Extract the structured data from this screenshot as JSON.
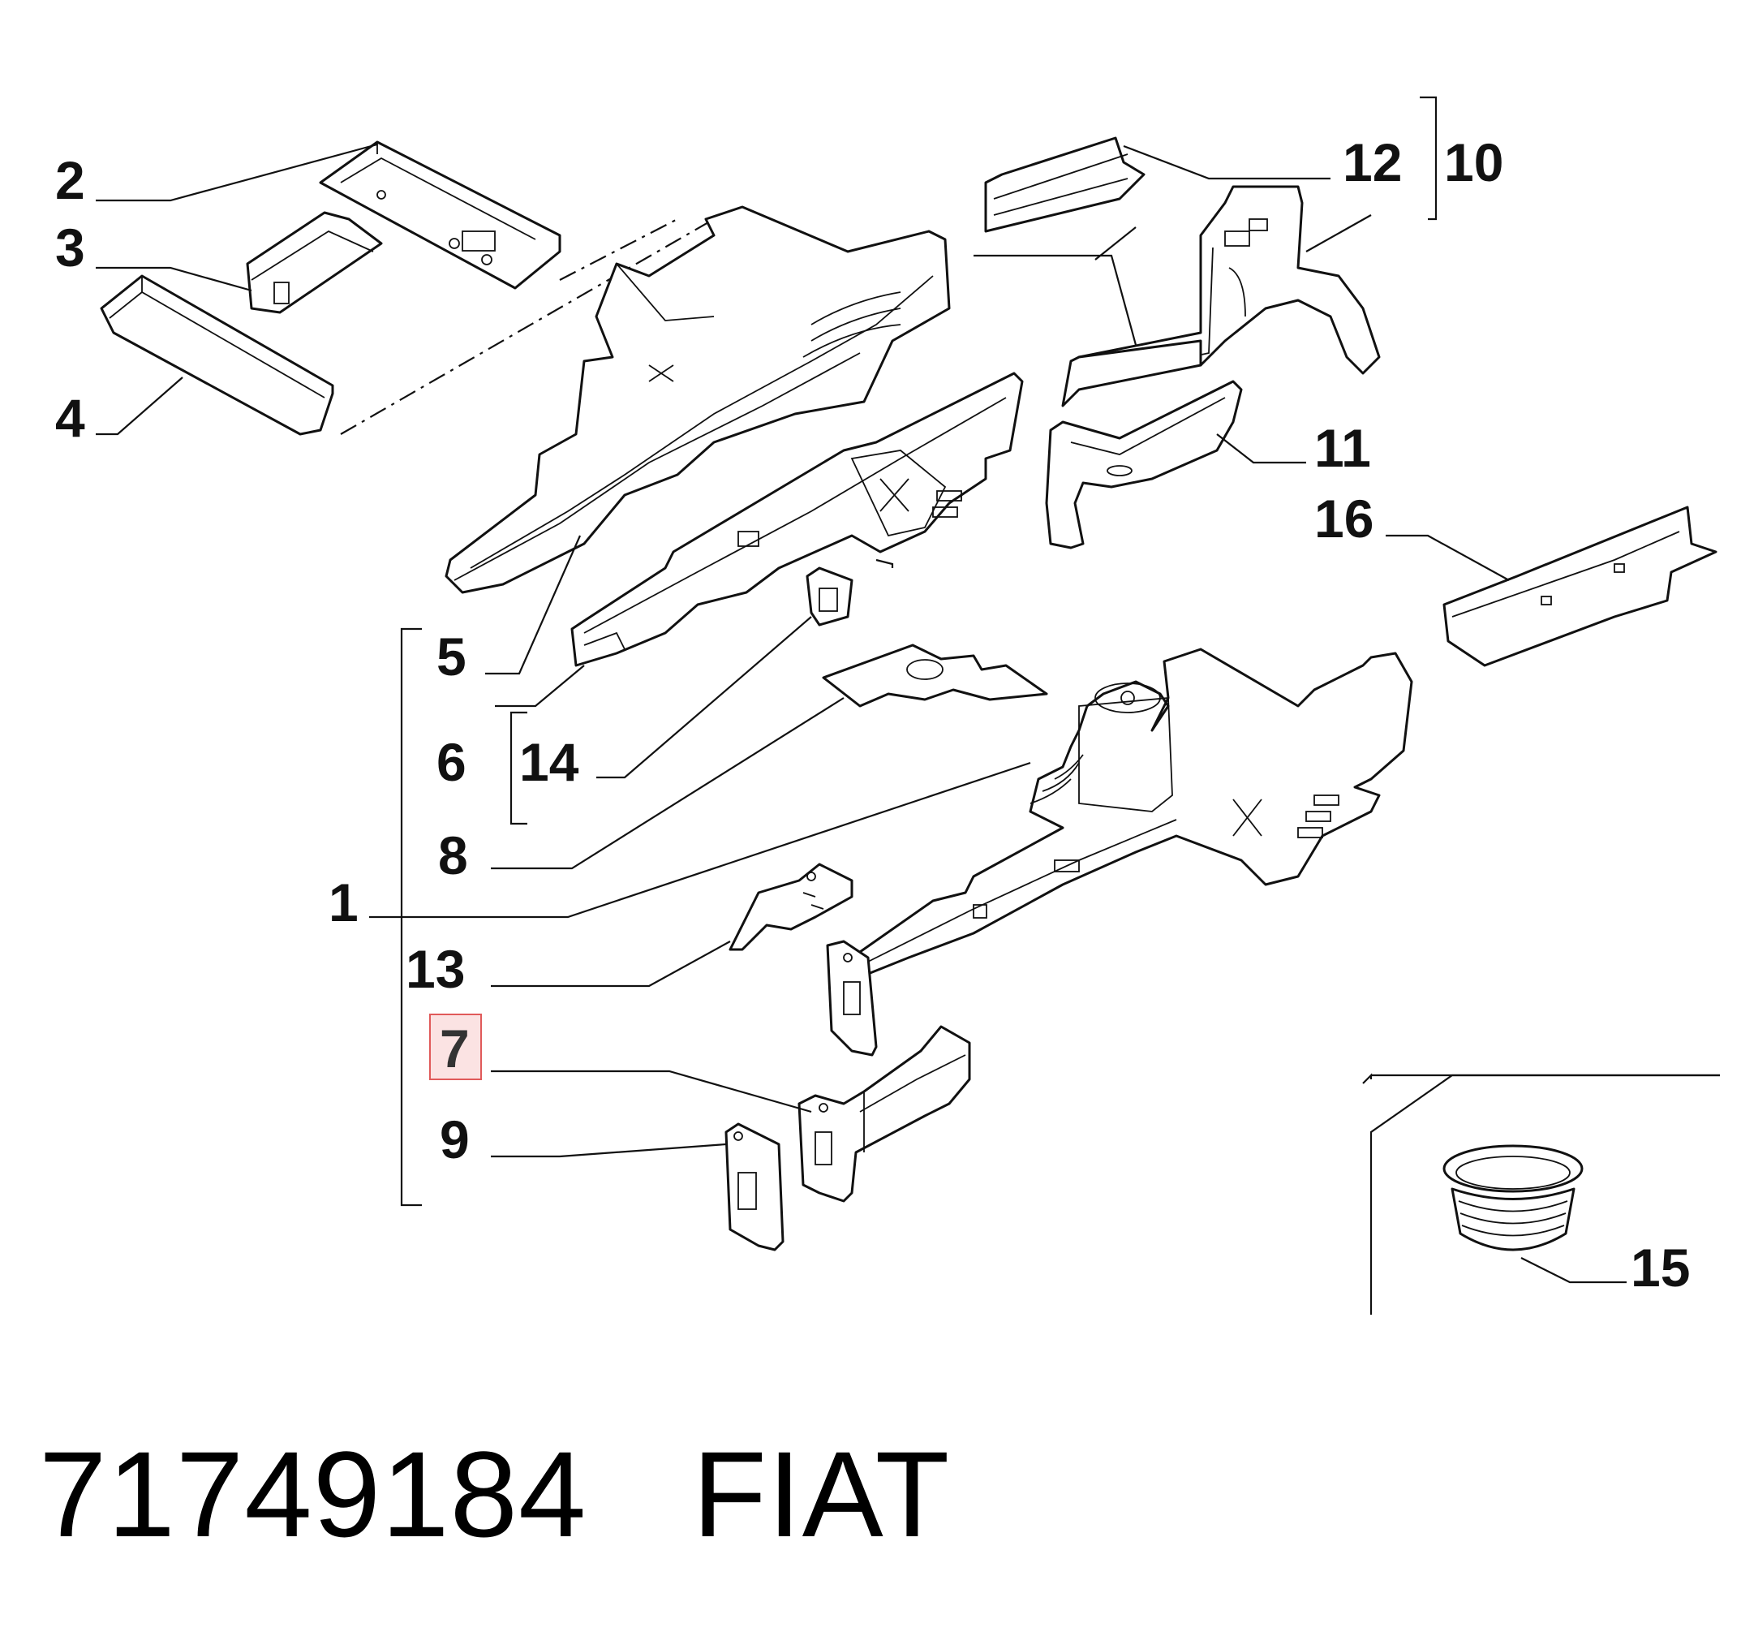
{
  "diagram": {
    "callouts": [
      "1",
      "2",
      "3",
      "4",
      "5",
      "6",
      "7",
      "8",
      "9",
      "10",
      "11",
      "12",
      "13",
      "14",
      "15",
      "16"
    ],
    "highlighted_callout": "7",
    "highlight_color": "#e05a5a",
    "highlight_fill": "#fbe3e3"
  },
  "footer": {
    "part_number": "71749184",
    "brand": "FIAT"
  }
}
